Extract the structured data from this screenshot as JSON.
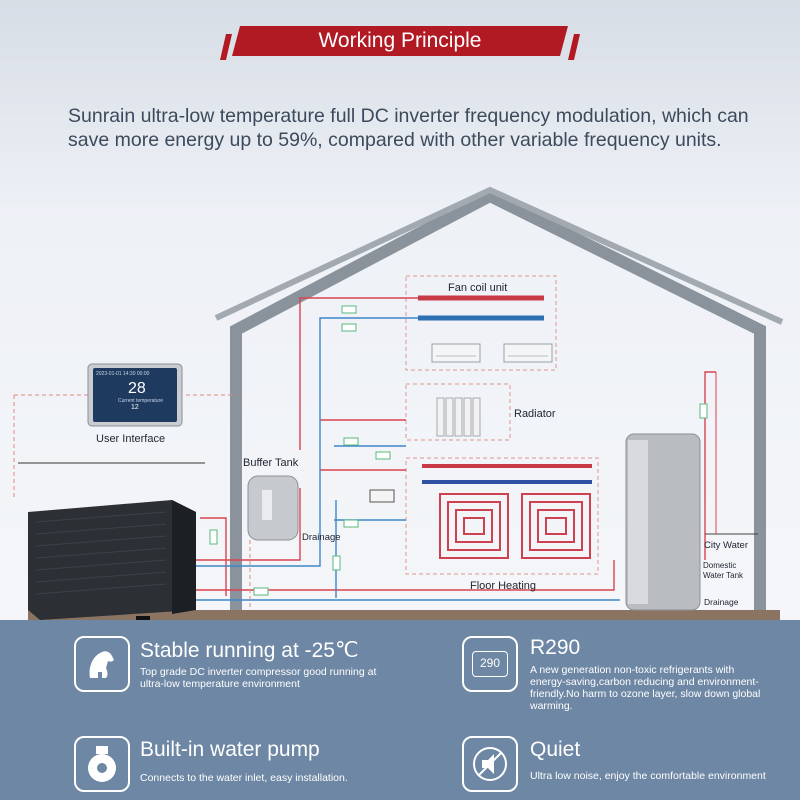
{
  "banner": {
    "title": "Working Principle"
  },
  "intro": {
    "text": "Sunrain ultra-low temperature full DC inverter frequency modulation, which can save more energy up to 59%, compared with other variable frequency units."
  },
  "device_screen": {
    "status_line": "2023-01-01 14:30 00:00",
    "temperature": "28",
    "sub_label": "Current temperature",
    "set_value": "12"
  },
  "labels": {
    "user_interface": "User Interface",
    "buffer_tank": "Buffer Tank",
    "drainage_buffer": "Drainage",
    "fan_coil": "Fan coil unit",
    "radiator": "Radiator",
    "floor_heating": "Floor Heating",
    "city_water": "City Water",
    "domestic_tank": "Domestic Water Tank",
    "drainage_tank": "Drainage"
  },
  "features": [
    {
      "icon": "polar-bear-icon",
      "title": "Stable running at -25℃",
      "desc": "Top grade DC inverter compressor good running at ultra-low temperature environment"
    },
    {
      "icon": "r290-badge-icon",
      "badge": "290",
      "title": "R290",
      "desc": "A new generation non-toxic refrigerants with energy-saving,carbon reducing and environment-friendly.No harm to ozone layer, slow down global warming."
    },
    {
      "icon": "water-pump-icon",
      "title": "Built-in water pump",
      "desc": "Connects to the water inlet, easy installation."
    },
    {
      "icon": "muted-speaker-icon",
      "title": "Quiet",
      "desc": "Ultra low noise, enjoy the comfortable environment"
    }
  ],
  "colors": {
    "hot_pipe": "#d9434f",
    "cold_pipe": "#3e86c8",
    "banner_red": "#b11a22",
    "bottom_band": "#6d87a4"
  }
}
